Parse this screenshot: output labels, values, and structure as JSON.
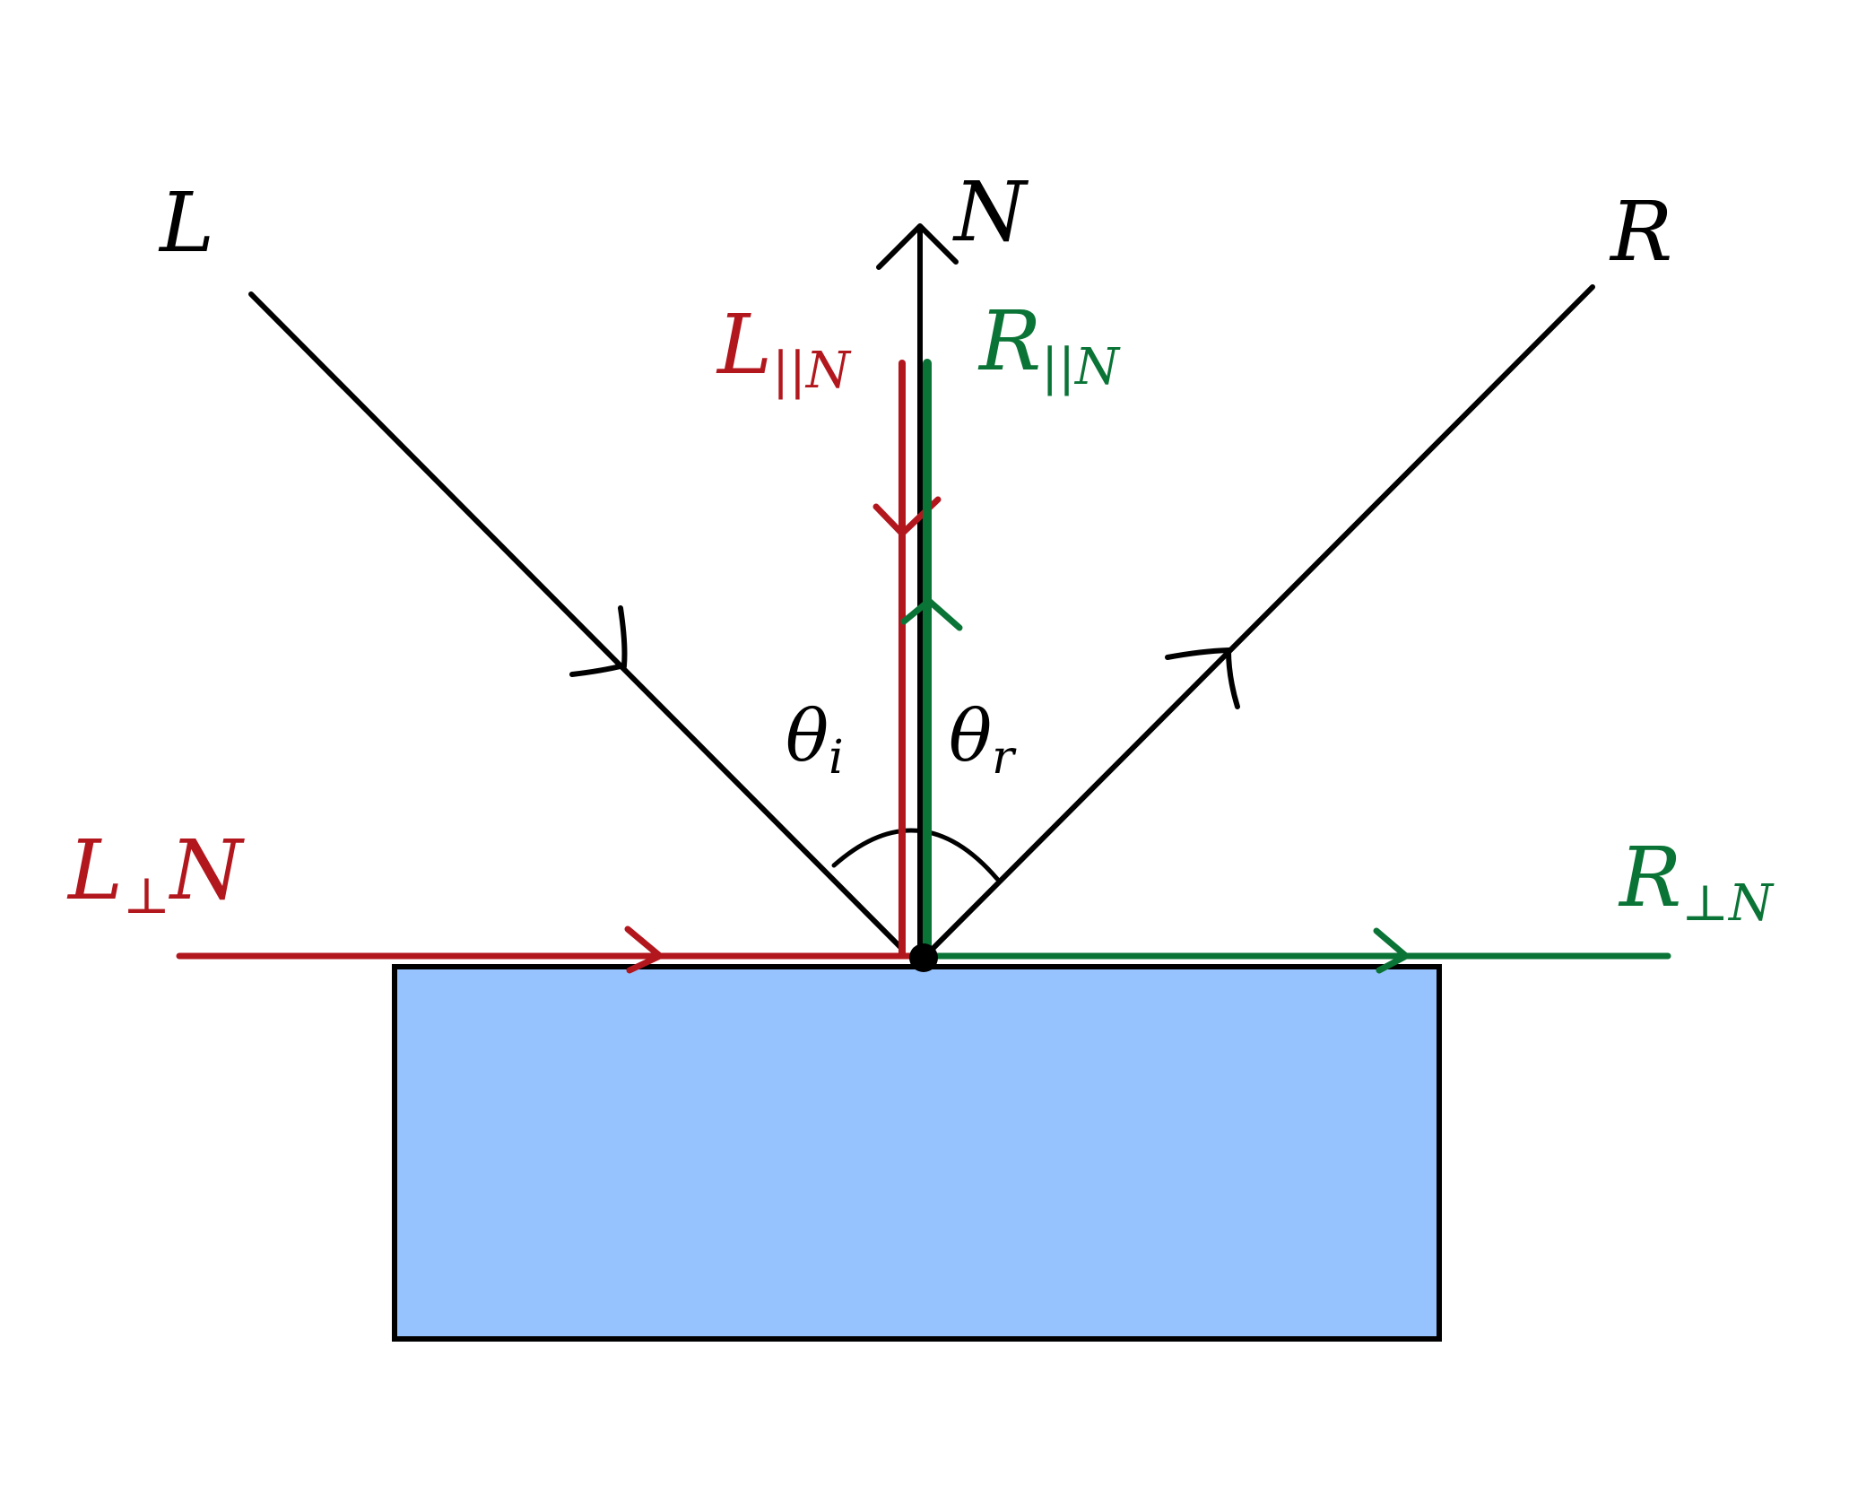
{
  "colors": {
    "background": "#ffffff",
    "surface_fill": "#96c3fd",
    "outline": "#000000",
    "red": "#b3171e",
    "green": "#0a7436"
  },
  "labels": {
    "L": {
      "main": "L",
      "color": "#000000"
    },
    "N": {
      "main": "N",
      "color": "#000000"
    },
    "R": {
      "main": "R",
      "color": "#000000"
    },
    "L_par_N": {
      "main": "L",
      "sub": "||N",
      "color": "#b3171e"
    },
    "R_par_N": {
      "main": "R",
      "sub": "||N",
      "color": "#0a7436"
    },
    "L_perp_N": {
      "main": "L",
      "sub": "⊥",
      "tail": "N",
      "color": "#b3171e"
    },
    "R_perp_N": {
      "main": "R",
      "sub": "⊥N",
      "color": "#0a7436"
    },
    "theta_i": {
      "main": "θ",
      "sub": "i",
      "color": "#000000"
    },
    "theta_r": {
      "main": "θ",
      "sub": "r",
      "color": "#000000"
    }
  }
}
